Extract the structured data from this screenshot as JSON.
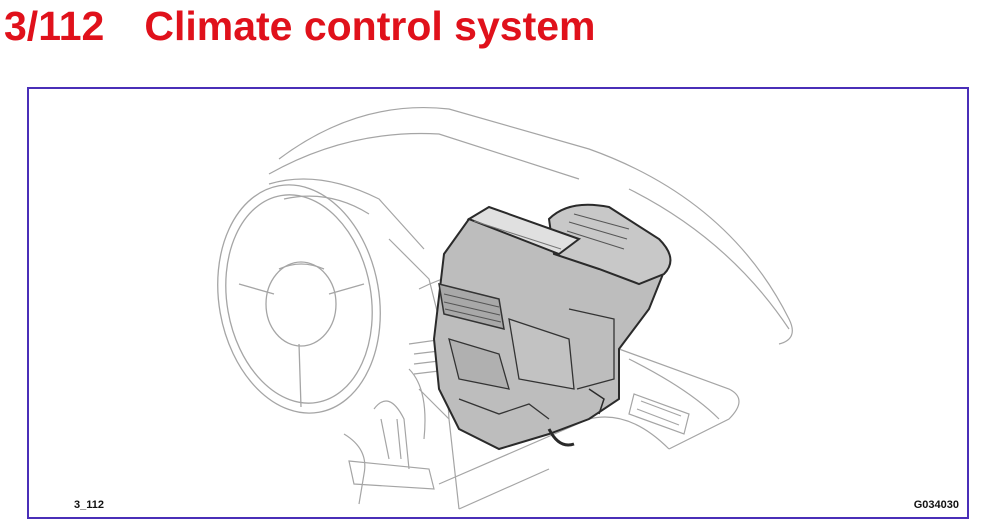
{
  "header": {
    "number": "3/112",
    "title": "Climate control system"
  },
  "figure": {
    "label_left": "3_112",
    "label_right": "G034030",
    "border_color": "#4a2fb8"
  },
  "colors": {
    "title": "#e0111b",
    "unit_fill": "#bdbdbd",
    "line_art": "#9a9a9a"
  }
}
